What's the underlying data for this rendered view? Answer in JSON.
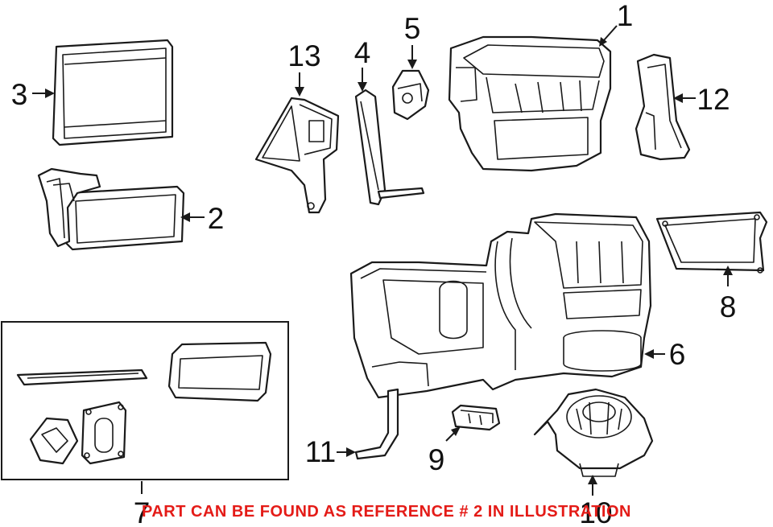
{
  "callouts": {
    "c1": "1",
    "c2": "2",
    "c3": "3",
    "c4": "4",
    "c5": "5",
    "c6": "6",
    "c7": "7",
    "c8": "8",
    "c9": "9",
    "c10": "10",
    "c11": "11",
    "c12": "12",
    "c13": "13"
  },
  "footer": {
    "note": "PART CAN BE FOUND AS REFERENCE # 2 IN ILLUSTRATION",
    "color": "#e41b17"
  }
}
